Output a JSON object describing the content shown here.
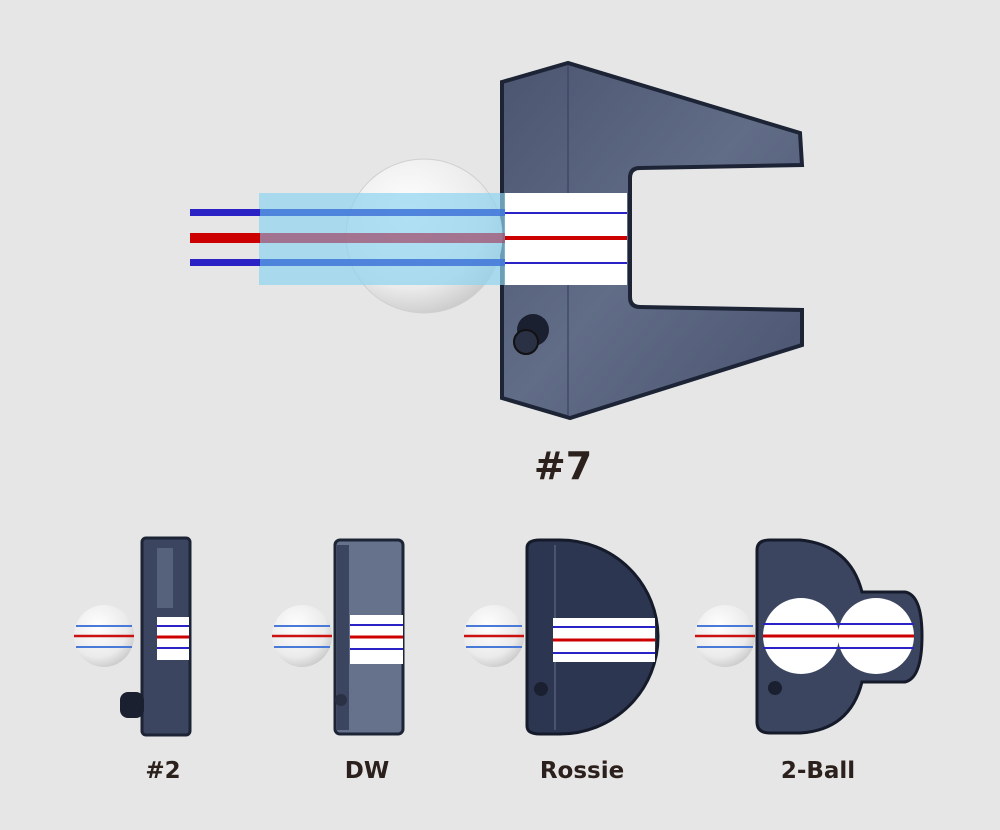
{
  "main_putter": {
    "label": "#7"
  },
  "models": [
    {
      "label": "#2"
    },
    {
      "label": "DW"
    },
    {
      "label": "Rossie"
    },
    {
      "label": "2-Ball"
    }
  ],
  "colors": {
    "background": "#e6e6e6",
    "putter_body": "#5b6680",
    "putter_edge": "#1c2436",
    "line_blue": "#2a22c4",
    "line_red": "#cc0000",
    "alignment_band": "#8fd3ef",
    "label": "#2b201b"
  }
}
